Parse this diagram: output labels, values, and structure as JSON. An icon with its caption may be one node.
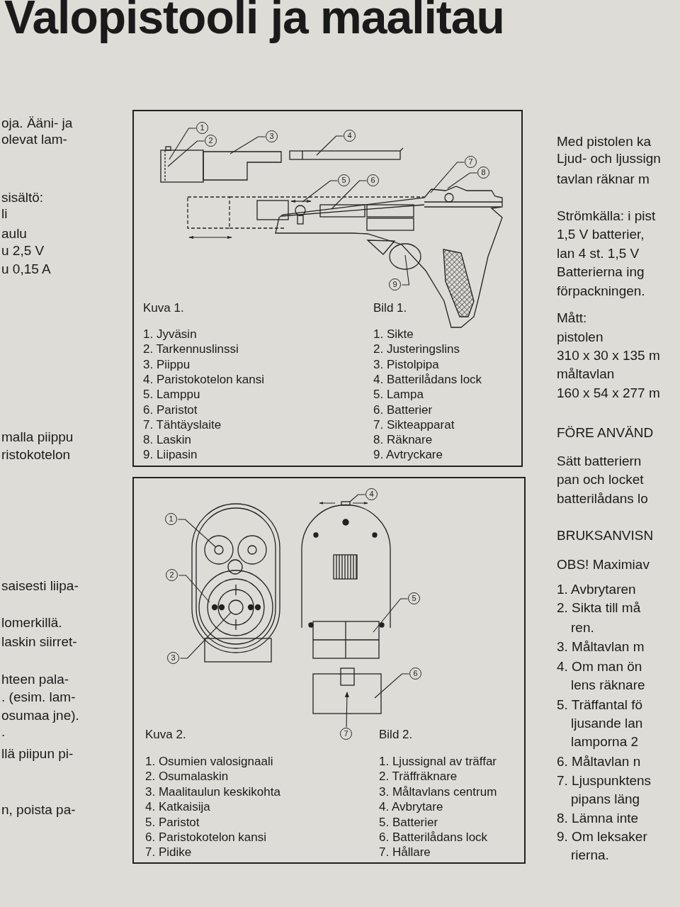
{
  "diagram": {
    "title": "Valopistooli ja maalitau",
    "nodes": [
      {
        "text": [
          "Kuva 1.",
          "1. Jyväsin",
          "2. Tarkennuslinssi",
          "3. Piippu",
          "4. Paristokotelon kansi",
          "5. Lamppu",
          "6. Paristot",
          "7. Tähtäyslaite",
          "8. Laskin",
          "9. Liipasin",
          "Bild 1.",
          "1. Sikte",
          "2. Justeringslins",
          "3. Pistolpipa",
          "4. Batterilådans lock",
          "5. Lampa",
          "6. Batterier",
          "7. Sikteapparat",
          "8. Räknare",
          "9. Avtryckare"
        ]
      },
      {
        "text": [
          "1"
        ],
        "in": 0
      },
      {
        "text": [
          "2"
        ],
        "in": 0
      },
      {
        "text": [
          "3"
        ],
        "in": 0
      },
      {
        "text": [
          "4"
        ],
        "in": 0
      },
      {
        "text": [
          "5"
        ],
        "in": 0
      },
      {
        "text": [
          "6"
        ],
        "in": 0
      },
      {
        "text": [
          "7"
        ],
        "in": 0
      },
      {
        "text": [
          "8"
        ],
        "in": 0
      },
      {
        "text": [
          "9"
        ],
        "in": 0
      },
      {
        "text": [
          "Kuva 2.",
          "1. Osumien valosignaali",
          "2. Osumalaskin",
          "3. Maalitaulun keskikohta",
          "4. Katkaisija",
          "5. Paristot",
          "6. Paristokotelon kansi",
          "7. Pidike",
          "Bild 2.",
          "1. Ljussignal av träffar",
          "2. Träffräknare",
          "3. Måltavlans centrum",
          "4. Avbrytare",
          "5. Batterier",
          "6. Batterilådans lock",
          "7. Hållare"
        ]
      },
      {
        "text": [
          "1"
        ],
        "in": 10
      },
      {
        "text": [
          "2"
        ],
        "in": 10
      },
      {
        "text": [
          "3"
        ],
        "in": 10
      },
      {
        "text": [
          "4"
        ],
        "in": 10
      },
      {
        "text": [
          "5"
        ],
        "in": 10
      },
      {
        "text": [
          "6"
        ],
        "in": 10
      },
      {
        "text": [
          "7"
        ],
        "in": 10
      },
      {
        "text": [],
        "shape": "circle",
        "in": 10
      },
      {
        "text": [],
        "shape": "circle",
        "in": 10
      },
      {
        "text": [],
        "shape": "box",
        "in": 10
      }
    ],
    "edges": [
      {
        "from": 1,
        "to": null,
        "arrow": "none"
      },
      {
        "from": 2,
        "to": null,
        "arrow": "none"
      },
      {
        "from": 3,
        "to": null,
        "arrow": "none"
      },
      {
        "from": 4,
        "to": null,
        "arrow": "none"
      },
      {
        "from": 5,
        "to": null,
        "arrow": "none"
      },
      {
        "from": 6,
        "to": null,
        "arrow": "none"
      },
      {
        "from": 7,
        "to": null,
        "arrow": "none"
      },
      {
        "from": 8,
        "to": null,
        "arrow": "none"
      },
      {
        "from": 9,
        "to": null,
        "arrow": "none"
      },
      {
        "from": 11,
        "to": 18,
        "arrow": "none"
      },
      {
        "from": 12,
        "to": null,
        "arrow": "none"
      },
      {
        "from": 13,
        "to": 19,
        "arrow": "none"
      },
      {
        "from": 14,
        "to": 20,
        "arrow": "none"
      },
      {
        "from": 15,
        "to": null,
        "arrow": "none"
      },
      {
        "from": 16,
        "to": null,
        "arrow": "none"
      },
      {
        "from": 17,
        "to": null,
        "arrow": "to"
      }
    ],
    "labels": [
      "oja. Ääni- ja",
      "olevat lam-",
      "sisältö:",
      "li",
      "aulu",
      "u 2,5 V",
      "u 0,15 A",
      "malla piippu",
      "ristokotelon",
      "saisesti liipa-",
      "lomerkillä.",
      "laskin siirret-",
      "hteen pala-",
      ". (esim. lam-",
      "osumaa jne).",
      ".",
      "llä piipun pi-",
      "n, poista pa-",
      "Med pistolen ka",
      "Ljud- och ljussign",
      "tavlan räknar m",
      "Strömkälla: i pist",
      "1,5 V batterier,",
      "lan 4 st. 1,5 V",
      "Batterierna ing",
      "förpackningen.",
      "Mått:",
      "pistolen",
      "310 x 30 x 135 m",
      "måltavlan",
      "160 x 54 x 277 m",
      "FÖRE ANVÄND",
      "Sätt batteriern",
      "pan och locket",
      "batterilådans lo",
      "BRUKSANVISN",
      "OBS! Maximiav",
      "1. Avbrytaren",
      "2. Sikta till må",
      "ren.",
      "3. Måltavlan m",
      "4. Om man ön",
      "lens räknare",
      "5. Träffantal fö",
      "ljusande lan",
      "lamporna 2",
      "6. Måltavlan n",
      "7. Ljuspunktens",
      "pipans läng",
      "8. Lämna inte",
      "9. Om leksaker",
      "rierna."
    ]
  }
}
